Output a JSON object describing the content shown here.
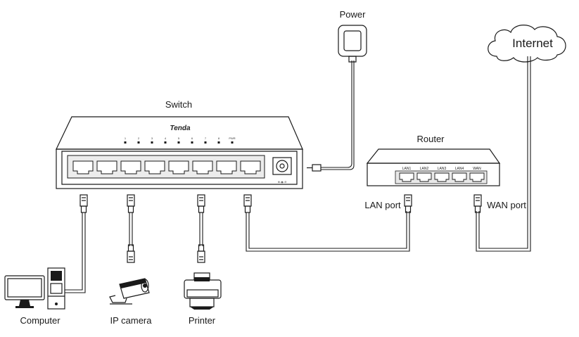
{
  "labels": {
    "power": "Power",
    "internet": "Internet",
    "switch": "Switch",
    "router": "Router",
    "brand": "Tenda",
    "lan_port": "LAN port",
    "wan_port": "WAN port",
    "computer": "Computer",
    "ip_camera": "IP camera",
    "printer": "Printer"
  },
  "switch_led_labels": [
    "1",
    "2",
    "3",
    "4",
    "5",
    "6",
    "7",
    "8",
    "PWR"
  ],
  "router_ports": [
    "LAN1",
    "LAN2",
    "LAN3",
    "LAN4",
    "WAN"
  ],
  "colors": {
    "line": "#1a1a1a",
    "background": "#ffffff",
    "panel_gray": "#e8e8e8"
  }
}
